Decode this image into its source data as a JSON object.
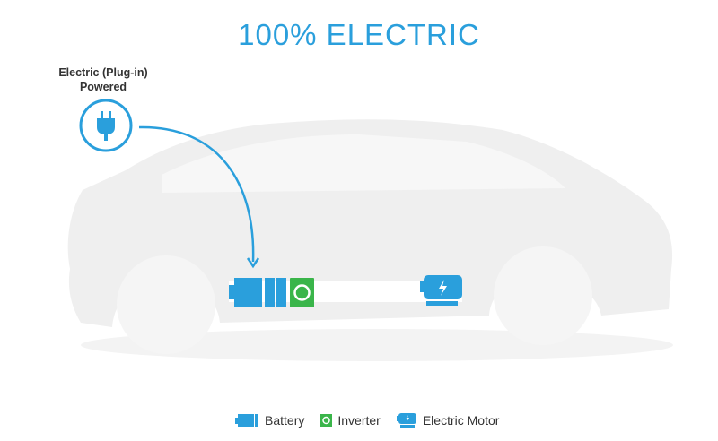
{
  "title": "100% ELECTRIC",
  "plug_label_line1": "Electric (Plug-in)",
  "plug_label_line2": "Powered",
  "legend": {
    "battery": "Battery",
    "inverter": "Inverter",
    "motor": "Electric Motor"
  },
  "colors": {
    "blue": "#2a9fdc",
    "green": "#3ab54a",
    "car": "#efefef"
  }
}
